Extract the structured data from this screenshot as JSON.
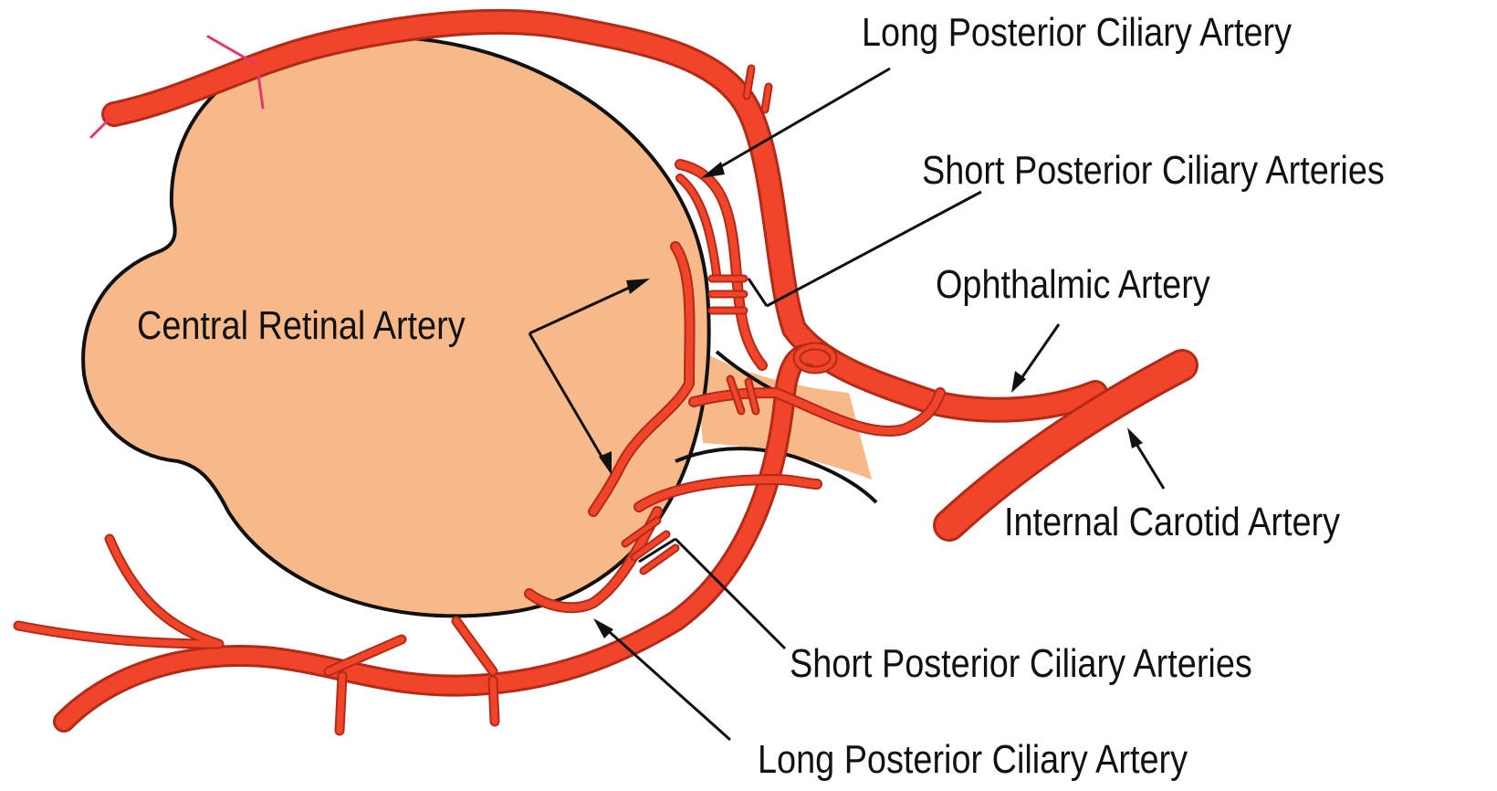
{
  "labels": {
    "long_posterior_ciliary_top": "Long Posterior Ciliary Artery",
    "short_posterior_ciliary_top": "Short Posterior Ciliary Arteries",
    "ophthalmic": "Ophthalmic  Artery",
    "central_retinal": "Central Retinal Artery",
    "internal_carotid": "Internal Carotid Artery",
    "short_posterior_ciliary_bottom": "Short Posterior Ciliary Arteries",
    "long_posterior_ciliary_bottom": "Long Posterior Ciliary Artery"
  },
  "colors": {
    "globe_fill": "#f8b98a",
    "artery_fill": "#f0452a",
    "artery_outline": "#b32a17",
    "outline": "#111111"
  }
}
